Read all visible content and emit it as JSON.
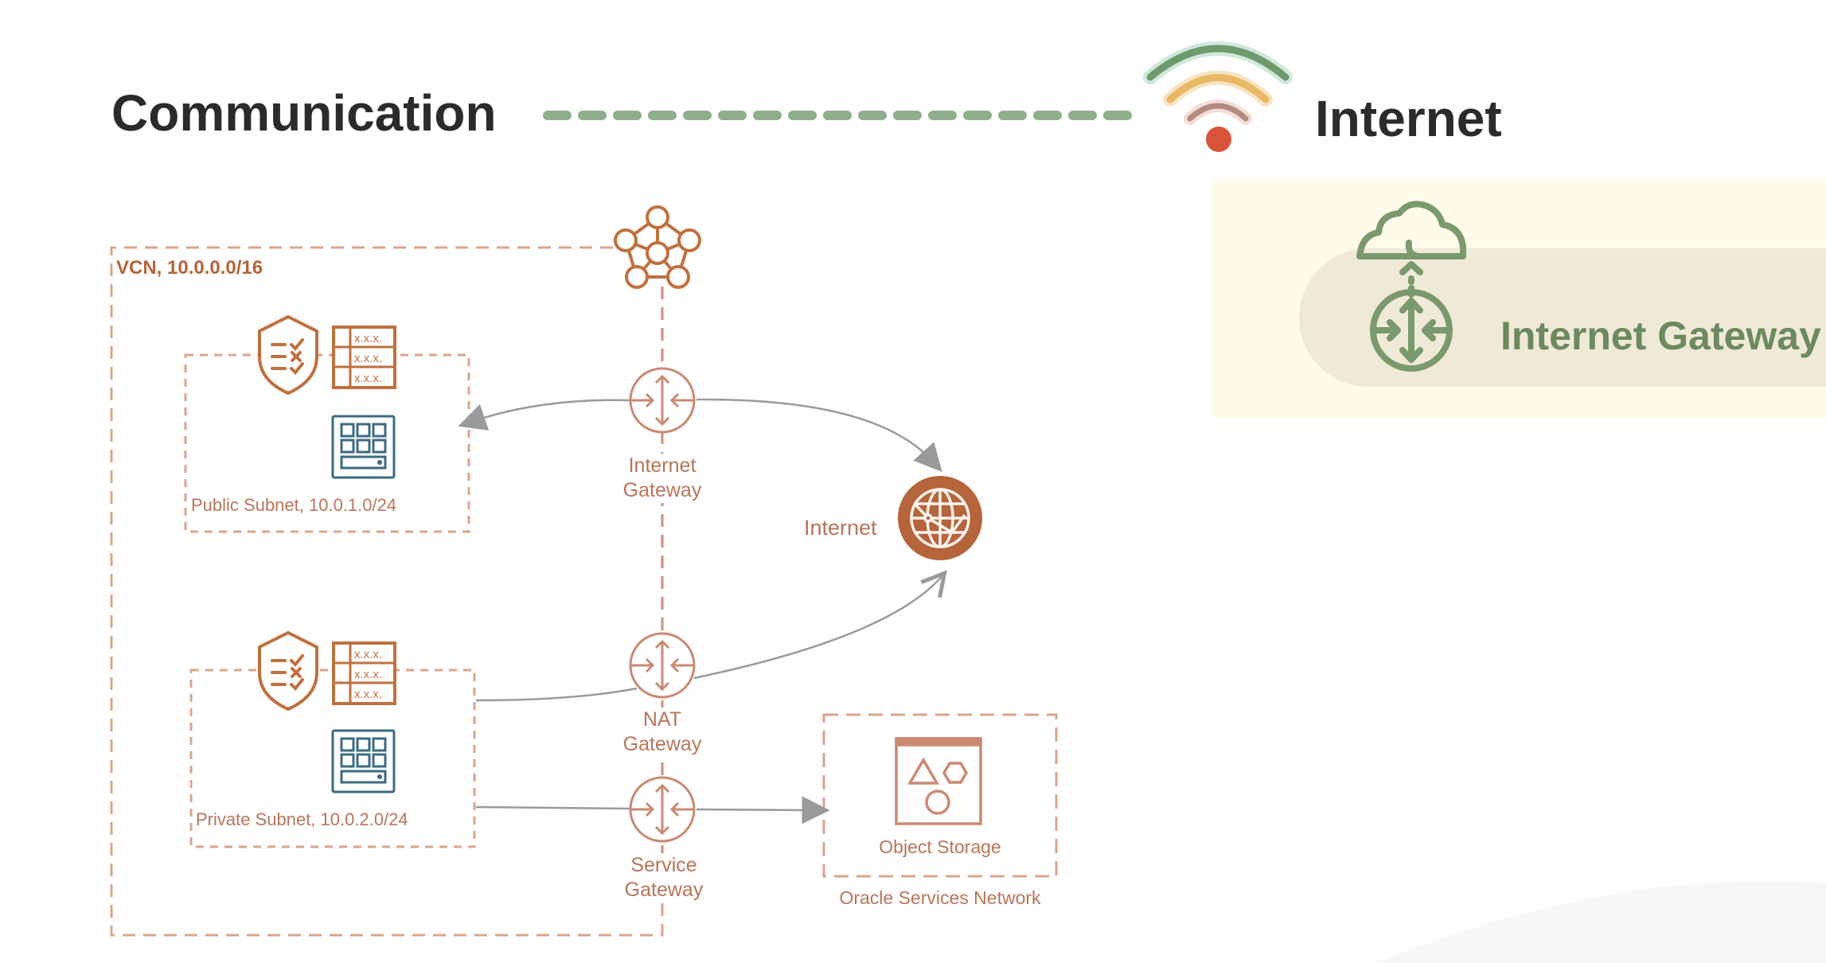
{
  "header": {
    "left_title": "Communication",
    "right_title": "Internet",
    "connector_color": "#8fae8b",
    "wifi_colors": [
      "#6f9a6c",
      "#e9b865",
      "#c98f80",
      "#d9533a"
    ]
  },
  "highlight_panel": {
    "label": "Internet Gateway",
    "icon": "cloud-router-icon",
    "accent": "#6d8a5f"
  },
  "diagram": {
    "vcn_label": "VCN, 10.0.0.0/16",
    "public_subnet_label": "Public Subnet, 10.0.1.0/24",
    "private_subnet_label": "Private Subnet, 10.0.2.0/24",
    "internet_gateway_line1": "Internet",
    "internet_gateway_line2": "Gateway",
    "nat_gateway_line1": "NAT",
    "nat_gateway_line2": "Gateway",
    "service_gateway_line1": "Service",
    "service_gateway_line2": "Gateway",
    "internet_label": "Internet",
    "object_storage_label": "Object Storage",
    "oracle_services_label": "Oracle Services Network",
    "route_table_rows": [
      "x.x.x.",
      "x.x.x.",
      "x.x.x."
    ],
    "colors": {
      "orange": "#c0703f",
      "light_orange": "#c98a74",
      "teal": "#3d6b80",
      "arrow_gray": "#9a9a9a",
      "globe_fill": "#b5643b"
    }
  }
}
